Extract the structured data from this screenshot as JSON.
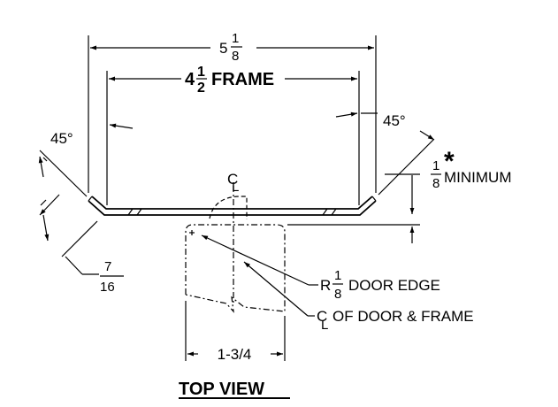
{
  "diagram": {
    "overall_width": {
      "whole": "5",
      "num": "1",
      "den": "8"
    },
    "frame_width": {
      "whole": "4",
      "num": "1",
      "den": "2",
      "label": "FRAME"
    },
    "angle_left": "45°",
    "angle_right": "45°",
    "centerline_top": {
      "c": "C",
      "l": "L"
    },
    "minimum": {
      "num": "1",
      "den": "8",
      "label": "MINIMUM",
      "mark": "*"
    },
    "lip": {
      "num": "7",
      "den": "16"
    },
    "radius": {
      "r": "R",
      "num": "1",
      "den": "8",
      "label": "DOOR EDGE"
    },
    "centerline_note": {
      "c": "C",
      "l": "L",
      "label": "OF DOOR & FRAME"
    },
    "door_thickness": "1-3/4",
    "view_title": "TOP VIEW"
  }
}
